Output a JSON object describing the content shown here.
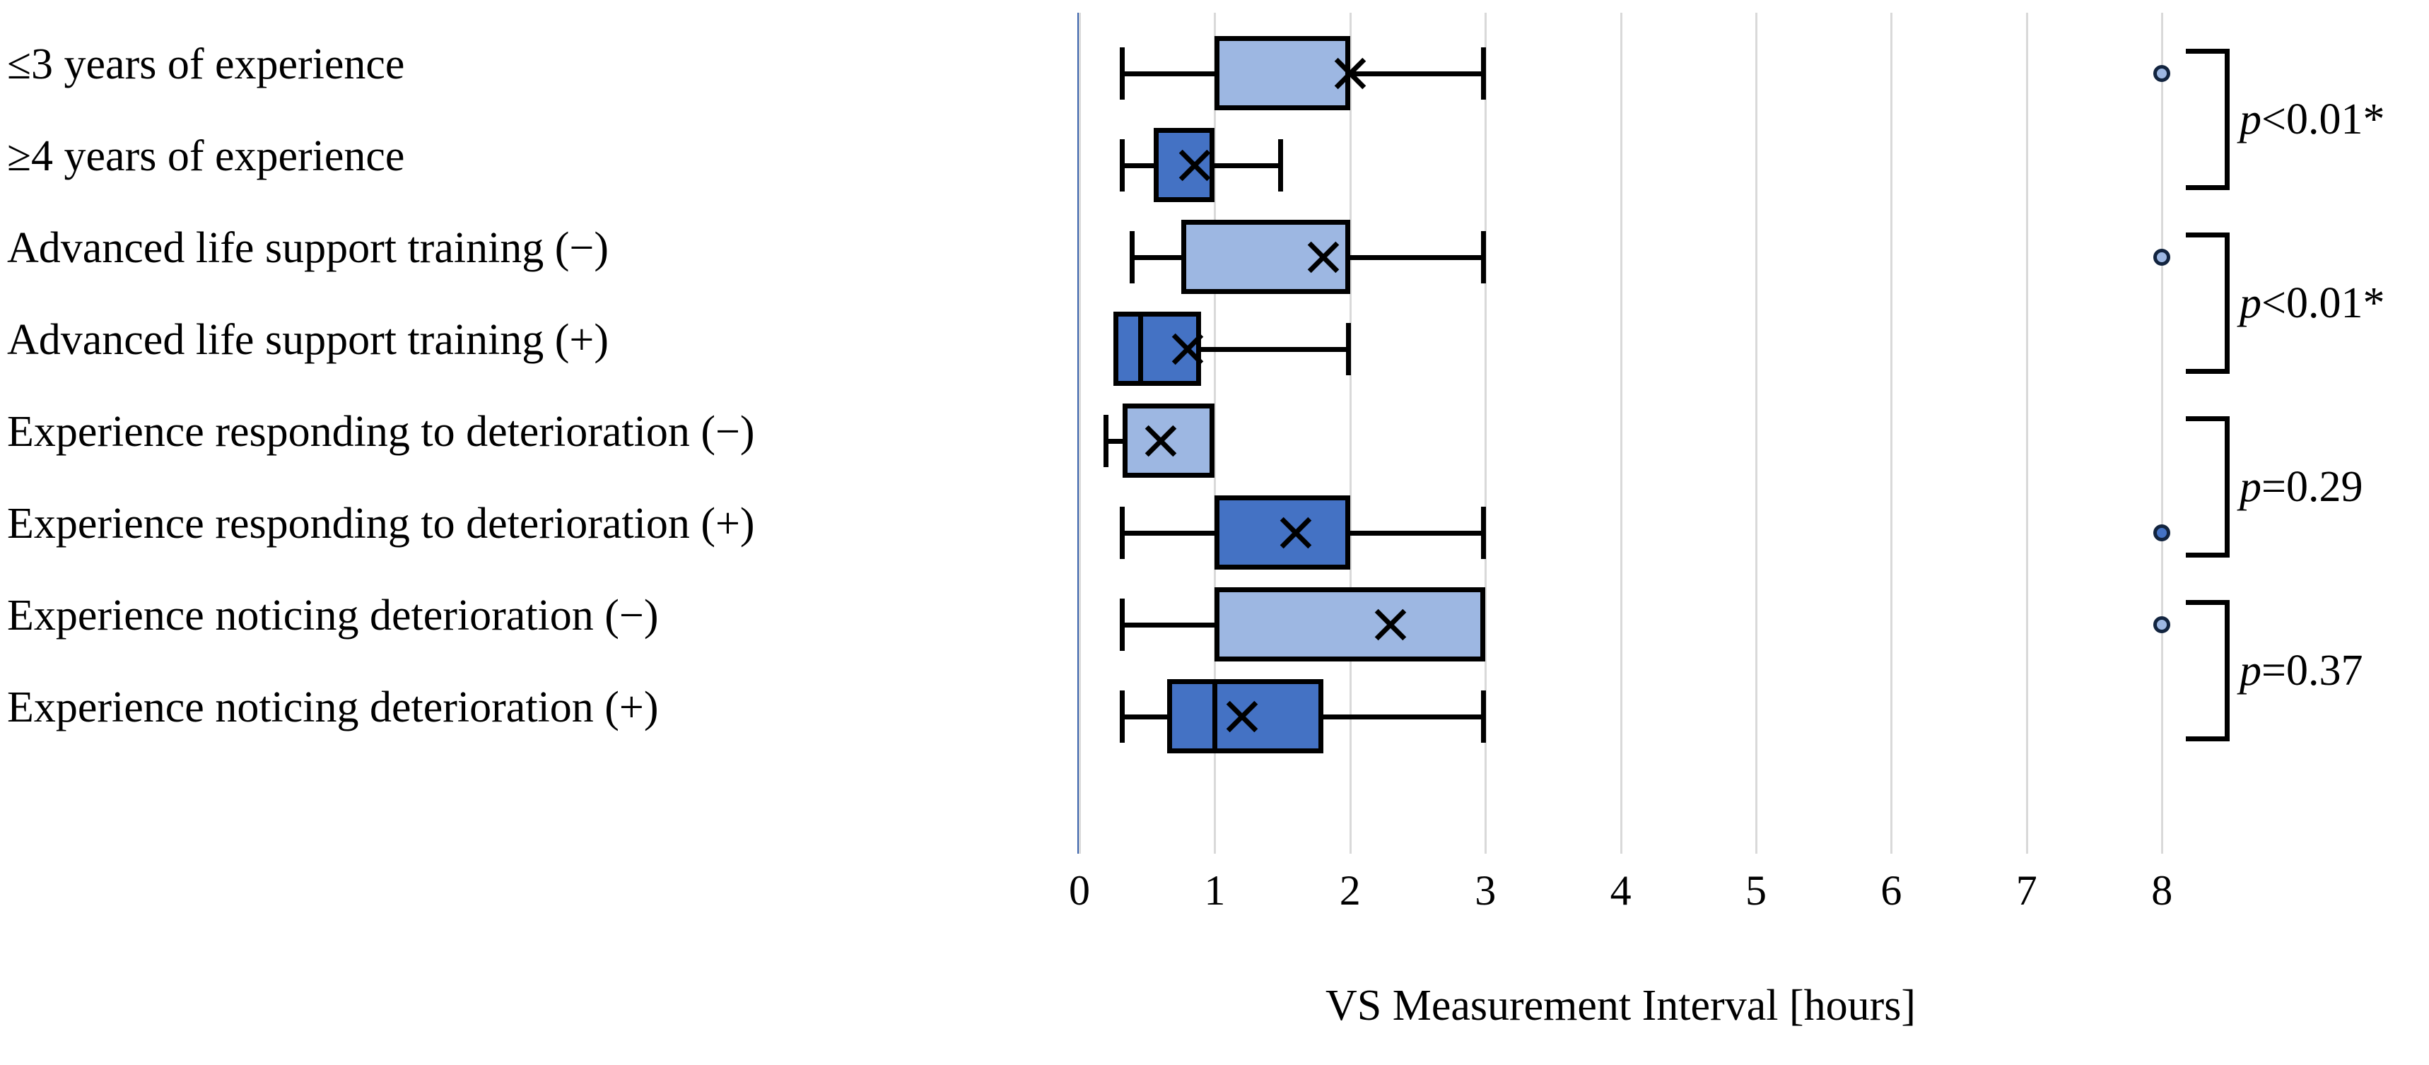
{
  "chart_data": {
    "type": "box",
    "title": "",
    "xlabel": "VS Measurement Interval [hours]",
    "ylabel": "",
    "xlim": [
      0,
      8.4
    ],
    "xticks": [
      "0",
      "1",
      "2",
      "3",
      "4",
      "5",
      "6",
      "7",
      "8"
    ],
    "xtick_values": [
      0,
      1,
      2,
      3,
      4,
      5,
      6,
      7,
      8
    ],
    "grid": "vertical",
    "legend": "none",
    "categories": [
      "≤3 years of experience",
      "≥4 years of experience",
      "Advanced life support training (−)",
      "Advanced life support training (+)",
      "Experience responding to deterioration (−)",
      "Experience responding to deterioration (+)",
      "Experience noticing deterioration (−)",
      "Experience noticing deterioration (+)"
    ],
    "boxes": [
      {
        "label": "≤3 years of experience",
        "min": 0.3,
        "q1": 1.0,
        "median": 2.0,
        "q3": 2.0,
        "max": 3.0,
        "mean": 2.0,
        "fill": "#9DB7E2",
        "outliers": [
          8.0
        ]
      },
      {
        "label": "≥4 years of experience",
        "min": 0.3,
        "q1": 0.55,
        "median": 1.0,
        "q3": 1.0,
        "max": 1.5,
        "mean": 0.85,
        "fill": "#4472C4",
        "outliers": []
      },
      {
        "label": "Advanced life support training (−)",
        "min": 0.37,
        "q1": 0.75,
        "median": 2.0,
        "q3": 2.0,
        "max": 3.0,
        "mean": 1.8,
        "fill": "#9DB7E2",
        "outliers": [
          8.0
        ]
      },
      {
        "label": "Advanced life support training (+)",
        "min": 0.25,
        "q1": 0.25,
        "median": 0.45,
        "q3": 0.9,
        "max": 2.0,
        "mean": 0.8,
        "fill": "#4472C4",
        "outliers": []
      },
      {
        "label": "Experience responding to deterioration (−)",
        "min": 0.18,
        "q1": 0.32,
        "median": 1.0,
        "q3": 1.0,
        "max": 1.0,
        "mean": 0.6,
        "fill": "#9DB7E2",
        "outliers": []
      },
      {
        "label": "Experience responding to deterioration (+)",
        "min": 0.3,
        "q1": 1.0,
        "median": 2.0,
        "q3": 2.0,
        "max": 3.0,
        "mean": 1.6,
        "fill": "#4472C4",
        "outliers": [
          8.0
        ]
      },
      {
        "label": "Experience noticing deterioration (−)",
        "min": 0.3,
        "q1": 1.0,
        "median": 3.0,
        "q3": 3.0,
        "max": 3.0,
        "mean": 2.3,
        "fill": "#9DB7E2",
        "outliers": [
          8.0
        ]
      },
      {
        "label": "Experience noticing deterioration (+)",
        "min": 0.3,
        "q1": 0.65,
        "median": 1.0,
        "q3": 1.8,
        "max": 3.0,
        "mean": 1.2,
        "fill": "#4472C4",
        "outliers": []
      }
    ],
    "annotations": [
      {
        "text": "p<0.01*",
        "p_symbol": "p",
        "p_rest": "<0.01*",
        "compares": [
          0,
          1
        ]
      },
      {
        "text": "p<0.01*",
        "p_symbol": "p",
        "p_rest": "<0.01*",
        "compares": [
          2,
          3
        ]
      },
      {
        "text": "p=0.29",
        "p_symbol": "p",
        "p_rest": "=0.29",
        "compares": [
          4,
          5
        ]
      },
      {
        "text": "p=0.37",
        "p_symbol": "p",
        "p_rest": "=0.37",
        "compares": [
          6,
          7
        ]
      }
    ]
  },
  "colors": {
    "box_light": "#9DB7E2",
    "box_dark": "#4472C4",
    "outline": "#000000",
    "gridline": "#D9D9D9",
    "axis": "#3A63AD",
    "text": "#000000"
  }
}
